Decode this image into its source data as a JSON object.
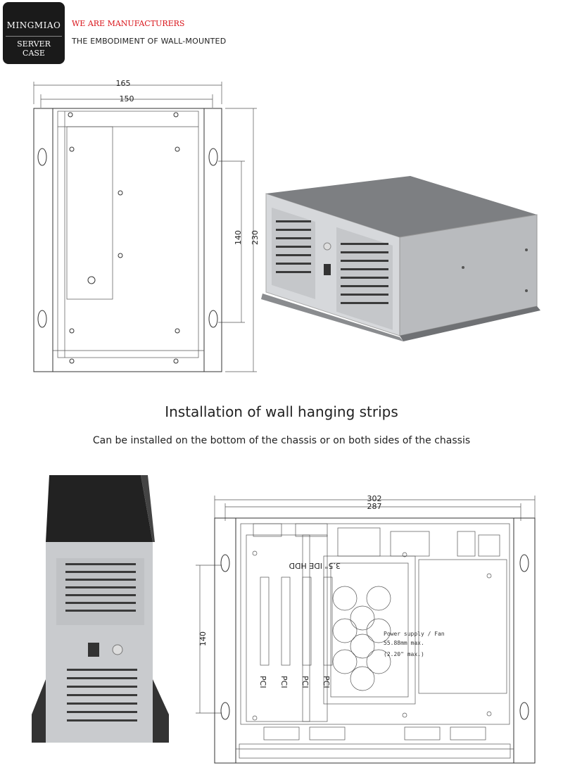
{
  "brand": {
    "name_line1": "MINGMIAO",
    "name_line2": "SERVER CASE",
    "tagline_red": "WE ARE MANUFACTURERS",
    "tagline": "THE EMBODIMENT OF WALL-MOUNTED"
  },
  "top_drawing": {
    "dim_total_width": "165",
    "dim_inner_width": "150",
    "dim_total_height": "230",
    "dim_mount_spacing": "140"
  },
  "section": {
    "title": "Installation of wall hanging strips",
    "subtitle": "Can be installed on the bottom of the chassis or on both sides of the chassis"
  },
  "bottom_drawing": {
    "dim_total_width": "302",
    "dim_inner_width": "287",
    "dim_mount_spacing": "140",
    "bay_label": "3.5\" IDE HDD",
    "psu_line1": "Power supply / Fan",
    "psu_line2": "55.88mm max.",
    "psu_line3": "(2.20\" max.)",
    "slot_label": "PCI"
  },
  "colors": {
    "accent": "#d9151b",
    "logo_bg": "#1a1a1a",
    "case_silver": "#c8cacd",
    "case_dark": "#2b2b2b"
  }
}
